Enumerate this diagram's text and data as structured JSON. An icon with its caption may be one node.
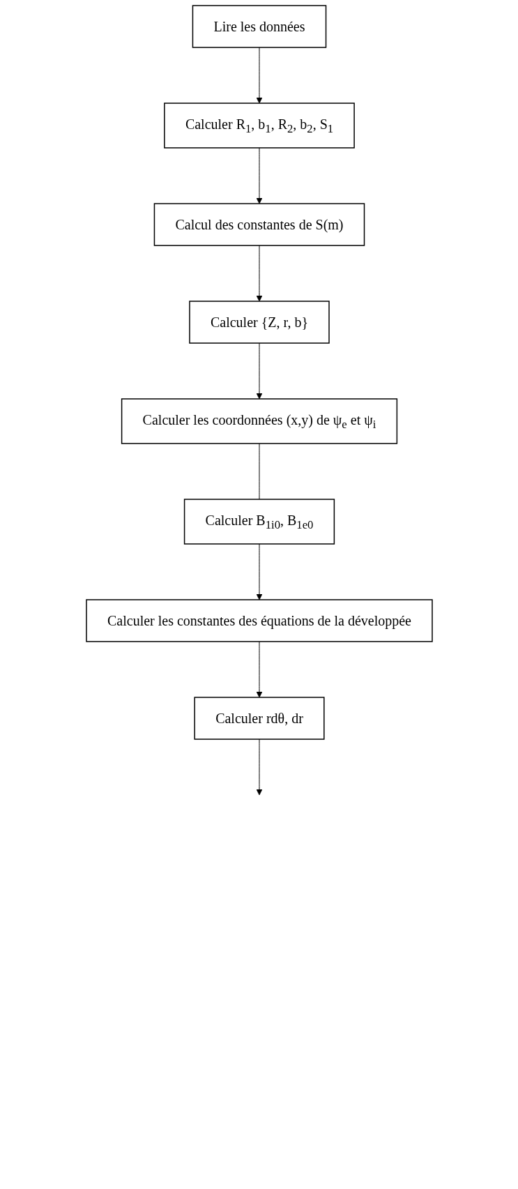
{
  "diagram": {
    "nodes": [
      {
        "text": [
          "Lire les données"
        ]
      },
      {
        "text": [
          "Calculer R$_{1}$, b$_{1}$, R$_{2}$, b$_{2}$, S$_{1}$"
        ]
      },
      {
        "text": [
          "Calcul des constantes de S(m)"
        ]
      },
      {
        "text": [
          "Calculer {Z, r, b}"
        ]
      },
      {
        "text": [
          "Calculer les coordonnées (x,y) de ψ$_{e}$ et ψ$_{i}$"
        ]
      },
      {
        "text": [
          "Calculer B$_{1i0}$, B$_{1e0}$"
        ]
      },
      {
        "text": [
          "Calculer les constantes des équations de la développée"
        ]
      },
      {
        "text": [
          "Calculer  rdθ, dr"
        ]
      }
    ],
    "edges": [
      {
        "from": 0,
        "to": 1,
        "arrow": "to"
      },
      {
        "from": 1,
        "to": 2,
        "arrow": "to"
      },
      {
        "from": 2,
        "to": 3,
        "arrow": "to"
      },
      {
        "from": 3,
        "to": 4,
        "arrow": "to"
      },
      {
        "from": 4,
        "to": 5,
        "arrow": "none"
      },
      {
        "from": 5,
        "to": 6,
        "arrow": "to"
      },
      {
        "from": 6,
        "to": 7,
        "arrow": "to"
      },
      {
        "from": 7,
        "to": null,
        "arrow": "to"
      }
    ]
  }
}
